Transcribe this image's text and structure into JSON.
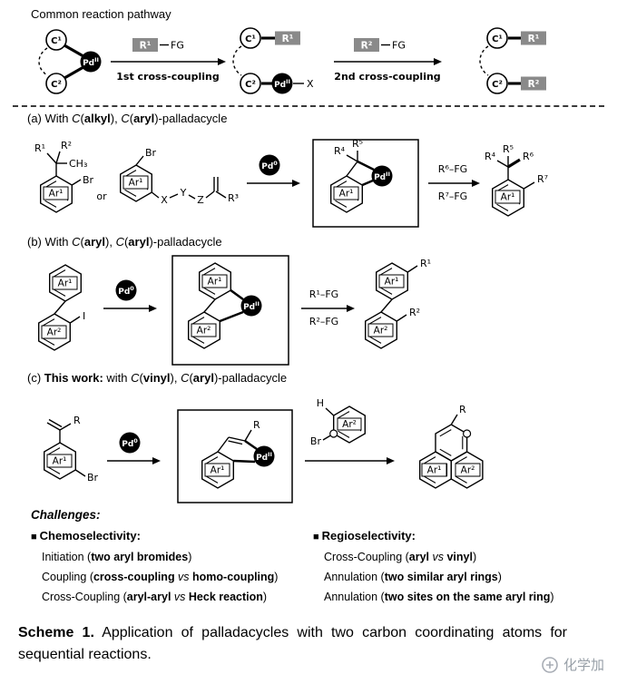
{
  "header": {
    "title": "Common reaction pathway"
  },
  "labels": {
    "c1": "C¹",
    "c2": "C²",
    "pd": "Pd",
    "pd_sup": "II",
    "pd0_sup": "0",
    "x": "X",
    "fg": "FG",
    "or": "or",
    "r": "R",
    "r1": "R¹",
    "r2": "R²",
    "r3": "R³",
    "r4": "R⁴",
    "r5": "R⁵",
    "r6": "R⁶",
    "r7": "R⁷",
    "ar1": "Ar¹",
    "ar2": "Ar²",
    "br": "Br",
    "iodine": "I",
    "ch3": "CH₃",
    "h": "H",
    "chain_x": "X",
    "chain_y": "Y",
    "chain_z": "Z"
  },
  "top_scheme": {
    "step1": "1st cross-coupling",
    "step2": "2nd cross-coupling"
  },
  "sections": {
    "a": {
      "h1": "(a) With ",
      "c1": "C",
      "o1": "(",
      "b1": "alkyl",
      "m1": "), ",
      "c2": "C",
      "o2": "(",
      "b2": "aryl",
      "t1": ")-palladacycle"
    },
    "b": {
      "h1": "(b) With ",
      "c1": "C",
      "o1": "(",
      "b1": "aryl",
      "m1": "), ",
      "c2": "C",
      "o2": "(",
      "b2": "aryl",
      "t1": ")-palladacycle"
    },
    "c": {
      "h1": "(c) ",
      "bold": "This work:",
      "h2": "  with ",
      "c1": "C",
      "o1": "(",
      "b1": "vinyl",
      "m1": "), ",
      "c2": "C",
      "o2": "(",
      "b2": "aryl",
      "t1": ")-palladacycle"
    }
  },
  "arrows": {
    "r1fg": "R¹–FG",
    "r2fg": "R²–FG",
    "r6fg": "R⁶–FG",
    "r7fg": "R⁷–FG"
  },
  "challenges": {
    "title": "Challenges:",
    "bullet": "■",
    "chemo": {
      "heading": "Chemoselectivity:",
      "items": [
        {
          "pre": "Initiation  (",
          "b1": "two aryl bromides",
          "post": ")"
        },
        {
          "pre": "Coupling (",
          "b1": "cross-coupling",
          "vs": " vs ",
          "b2": "homo-coupling",
          "post": ")"
        },
        {
          "pre": "Cross-Coupling (",
          "b1": "aryl-aryl",
          "vs": " vs ",
          "b2": "Heck reaction",
          "post": ")"
        }
      ]
    },
    "regio": {
      "heading": "Regioselectivity:",
      "items": [
        {
          "pre": "Cross-Coupling (",
          "b1": "aryl",
          "vs": " vs ",
          "b2": "vinyl",
          "post": ")"
        },
        {
          "pre": "Annulation (",
          "b1": "two similar aryl rings",
          "post": ")"
        },
        {
          "pre": "Annulation (",
          "b1": "two sites on the same aryl ring",
          "post": ")"
        }
      ]
    }
  },
  "caption": {
    "bold": "Scheme 1.",
    "rest": " Application of palladacycles with two carbon coordinating atoms for sequential reactions."
  },
  "watermark": {
    "text": "化学加"
  }
}
